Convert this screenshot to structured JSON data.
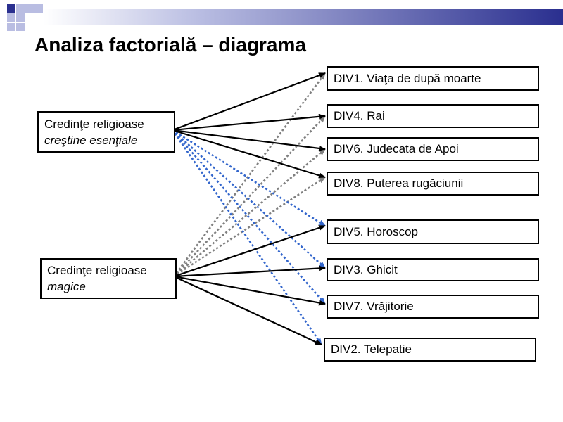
{
  "title": "Analiza factorială – diagrama",
  "colors": {
    "title_bar_dark": "#2a2f8f",
    "title_bar_light": "#b9bde2",
    "square_dark": "#2a2f8f",
    "square_light": "#b9bde2",
    "solid_arrow": "#000000",
    "gray_dotted_arrow": "#808080",
    "blue_dotted_arrow": "#3366cc"
  },
  "sources": [
    {
      "id": "crestine",
      "line1": "Credinţe religioase",
      "line2": "creştine esenţiale"
    },
    {
      "id": "magice",
      "line1": "Credinţe religioase",
      "line2": "magice"
    }
  ],
  "targets": [
    {
      "id": "DIV1",
      "label": "DIV1. Viaţa de după moarte"
    },
    {
      "id": "DIV4",
      "label": "DIV4. Rai"
    },
    {
      "id": "DIV6",
      "label": "DIV6. Judecata de Apoi"
    },
    {
      "id": "DIV8",
      "label": "DIV8. Puterea rugăciunii"
    },
    {
      "id": "DIV5",
      "label": "DIV5. Horoscop"
    },
    {
      "id": "DIV3",
      "label": "DIV3. Ghicit"
    },
    {
      "id": "DIV7",
      "label": "DIV7. Vrăjitorie"
    },
    {
      "id": "DIV2",
      "label": "DIV2. Telepatie"
    }
  ],
  "connections": [
    {
      "from": "crestine",
      "to": "DIV1",
      "style": "solid"
    },
    {
      "from": "crestine",
      "to": "DIV4",
      "style": "solid"
    },
    {
      "from": "crestine",
      "to": "DIV6",
      "style": "solid"
    },
    {
      "from": "crestine",
      "to": "DIV8",
      "style": "solid"
    },
    {
      "from": "crestine",
      "to": "DIV5",
      "style": "blue-dotted"
    },
    {
      "from": "crestine",
      "to": "DIV3",
      "style": "blue-dotted"
    },
    {
      "from": "crestine",
      "to": "DIV7",
      "style": "blue-dotted"
    },
    {
      "from": "crestine",
      "to": "DIV2",
      "style": "blue-dotted"
    },
    {
      "from": "magice",
      "to": "DIV1",
      "style": "gray-dotted"
    },
    {
      "from": "magice",
      "to": "DIV4",
      "style": "gray-dotted"
    },
    {
      "from": "magice",
      "to": "DIV6",
      "style": "gray-dotted"
    },
    {
      "from": "magice",
      "to": "DIV8",
      "style": "gray-dotted"
    },
    {
      "from": "magice",
      "to": "DIV5",
      "style": "solid"
    },
    {
      "from": "magice",
      "to": "DIV3",
      "style": "solid"
    },
    {
      "from": "magice",
      "to": "DIV7",
      "style": "solid"
    },
    {
      "from": "magice",
      "to": "DIV2",
      "style": "solid"
    }
  ]
}
